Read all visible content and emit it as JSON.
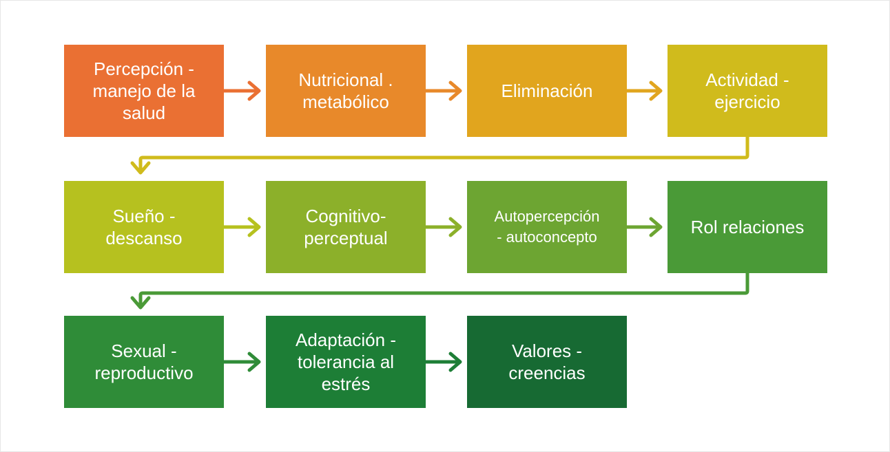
{
  "diagram": {
    "nodes": [
      {
        "id": "n1",
        "label": "Percepción -\nmanejo de la\nsalud",
        "color": "#ea7033"
      },
      {
        "id": "n2",
        "label": "Nutricional .\nmetabólico",
        "color": "#e8892a"
      },
      {
        "id": "n3",
        "label": "Eliminación",
        "color": "#e1a51e"
      },
      {
        "id": "n4",
        "label": "Actividad -\nejercicio",
        "color": "#d0bb1c"
      },
      {
        "id": "n5",
        "label": "Sueño -\ndescanso",
        "color": "#b6c11f"
      },
      {
        "id": "n6",
        "label": "Cognitivo-\nperceptual",
        "color": "#8cb02a"
      },
      {
        "id": "n7",
        "label": "Autopercepción\n- autoconcepto",
        "color": "#6da532"
      },
      {
        "id": "n8",
        "label": "Rol relaciones",
        "color": "#4a9a37"
      },
      {
        "id": "n9",
        "label": "Sexual -\nreproductivo",
        "color": "#2f8c38"
      },
      {
        "id": "n10",
        "label": "Adaptación -\ntolerancia al\nestrés",
        "color": "#1d7e36"
      },
      {
        "id": "n11",
        "label": "Valores -\ncreencias",
        "color": "#176a33"
      }
    ],
    "edges": [
      {
        "from": "n1",
        "to": "n2",
        "color": "#ea7033"
      },
      {
        "from": "n2",
        "to": "n3",
        "color": "#e8892a"
      },
      {
        "from": "n3",
        "to": "n4",
        "color": "#e1a51e"
      },
      {
        "from": "n4",
        "to": "n5",
        "color": "#d0bb1c"
      },
      {
        "from": "n5",
        "to": "n6",
        "color": "#b6c11f"
      },
      {
        "from": "n6",
        "to": "n7",
        "color": "#8cb02a"
      },
      {
        "from": "n7",
        "to": "n8",
        "color": "#6da532"
      },
      {
        "from": "n8",
        "to": "n9",
        "color": "#4a9a37"
      },
      {
        "from": "n9",
        "to": "n10",
        "color": "#2f8c38"
      },
      {
        "from": "n10",
        "to": "n11",
        "color": "#1d7e36"
      }
    ]
  }
}
